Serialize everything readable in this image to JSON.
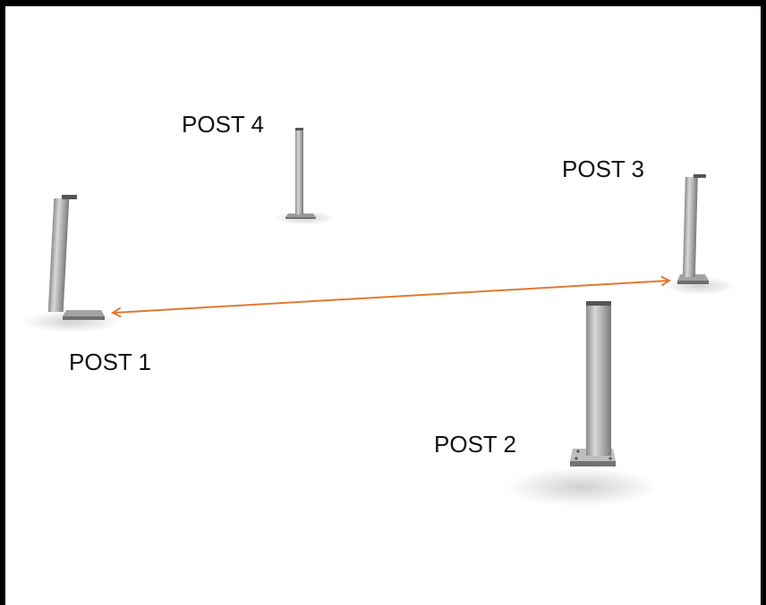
{
  "posts": [
    {
      "id": "post-1",
      "label": "POST 1"
    },
    {
      "id": "post-2",
      "label": "POST 2"
    },
    {
      "id": "post-3",
      "label": "POST 3"
    },
    {
      "id": "post-4",
      "label": "POST 4"
    }
  ],
  "colors": {
    "arrow": "#e07a2e",
    "post_light": "#d3d3d3",
    "post_mid": "#a9a9a9",
    "post_dark": "#7f7f7f",
    "frame": "#000000"
  }
}
